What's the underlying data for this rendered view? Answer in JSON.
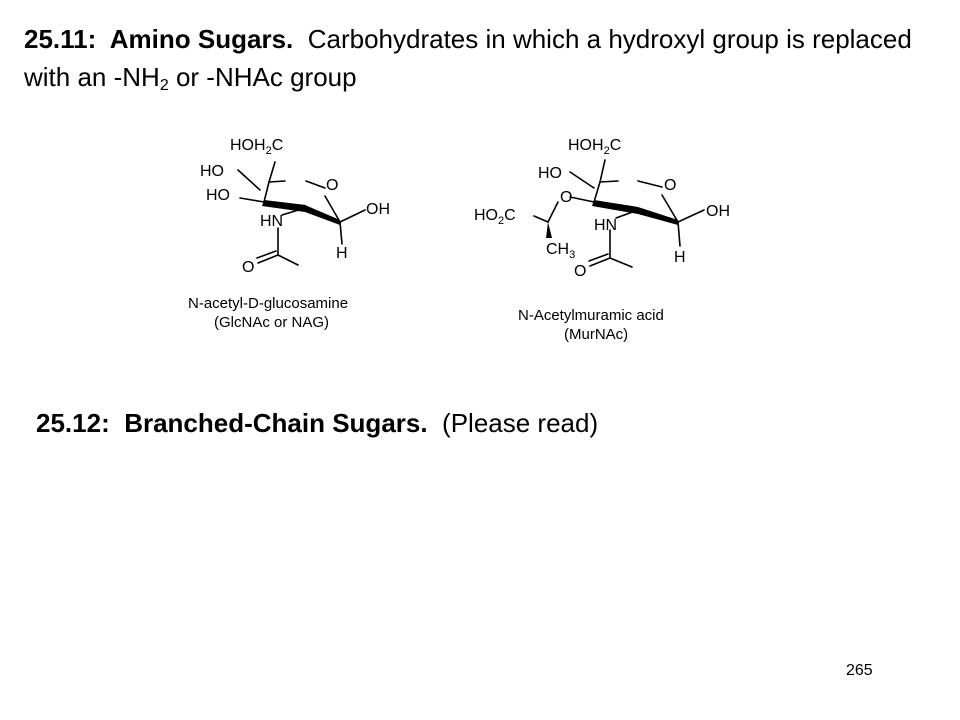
{
  "section1": {
    "number": "25.11:",
    "title": "Amino Sugars.",
    "text_1": "Carbohydrates in which a hydroxyl group is replaced with an -NH",
    "text_sub": "2",
    "text_2": " or -NHAc group"
  },
  "glcnac": {
    "label_hoh": "HOH",
    "label_sub2": "2",
    "label_c": "C",
    "label_ho_1": "HO",
    "label_ho_2": "HO",
    "label_o_ring": "O",
    "label_oh": "OH",
    "label_hn": "HN",
    "label_h": "H",
    "label_o_acetyl": "O",
    "caption_1": "N-acetyl-D-glucosamine",
    "caption_2": "(GlcNAc or NAG)"
  },
  "murnac": {
    "label_hoh": "HOH",
    "label_sub2": "2",
    "label_c": "C",
    "label_ho": "HO",
    "label_o_ether": "O",
    "label_o_ring": "O",
    "label_ho2c_a": "HO",
    "label_ho2c_sub": "2",
    "label_ho2c_b": "C",
    "label_ch": "CH",
    "label_ch_sub": "3",
    "label_hn": "HN",
    "label_oh": "OH",
    "label_h": "H",
    "label_o_acetyl": "O",
    "caption_1": "N-Acetylmuramic acid",
    "caption_2": "(MurNAc)"
  },
  "section2": {
    "number": "25.12:",
    "title": "Branched-Chain Sugars.",
    "note": "(Please read)"
  },
  "page_number": "265"
}
